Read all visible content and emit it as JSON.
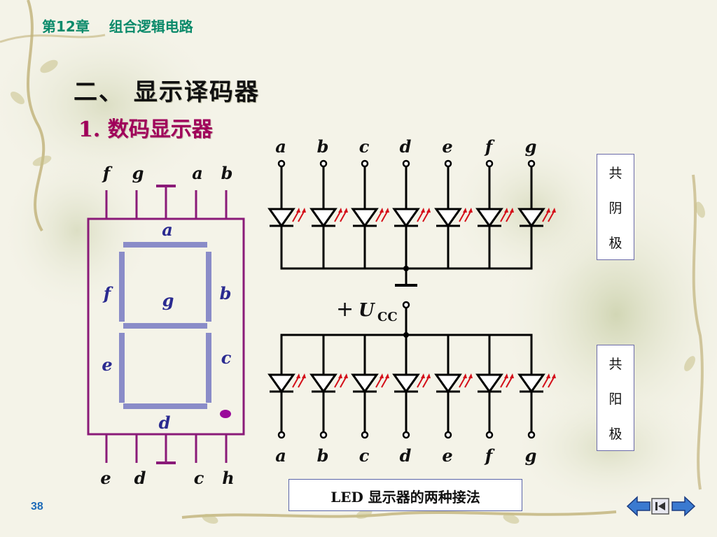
{
  "header": {
    "chapter": "第12章",
    "topic": "组合逻辑电路"
  },
  "title": "二、 显示译码器",
  "subtitle": "1. 数码显示器",
  "page_number": "38",
  "seven_segment": {
    "top_pins": [
      "f",
      "g",
      "a",
      "b"
    ],
    "bottom_pins": [
      "e",
      "d",
      "c",
      "h"
    ],
    "segment_labels": {
      "a": "a",
      "b": "b",
      "c": "c",
      "d": "d",
      "e": "e",
      "f": "f",
      "g": "g"
    }
  },
  "cathode_circuit": {
    "inputs": [
      "a",
      "b",
      "c",
      "d",
      "e",
      "f",
      "g"
    ],
    "label": [
      "共",
      "阴",
      "极"
    ]
  },
  "anode_circuit": {
    "supply_sign": "+",
    "supply_symbol": "U",
    "supply_subscript": "CC",
    "outputs": [
      "a",
      "b",
      "c",
      "d",
      "e",
      "f",
      "g"
    ],
    "label": [
      "共",
      "阳",
      "极"
    ]
  },
  "caption": "LED 显示器的两种接法",
  "colors": {
    "segment": "#8a8cc8",
    "frame": "#8a1a78",
    "dp": "#9a0a9a",
    "led_arrow": "#d4101a",
    "header": "#0a8a6a",
    "subtitle": "#a0005a",
    "page_number": "#1e6bb8"
  },
  "nav_icons": [
    "back-arrow-icon",
    "first-page-icon",
    "forward-arrow-icon"
  ]
}
